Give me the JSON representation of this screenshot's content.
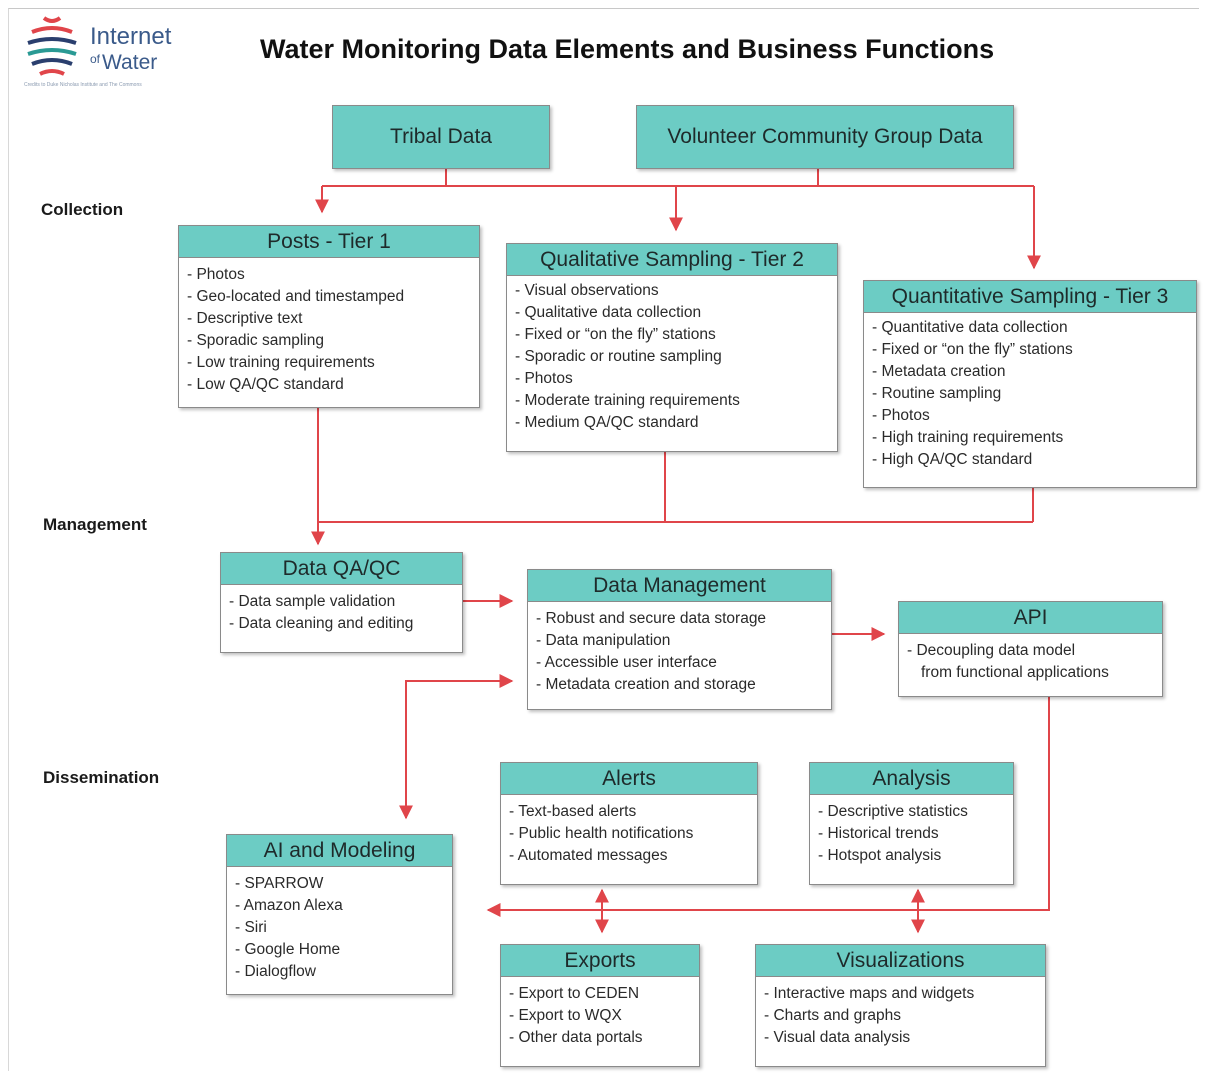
{
  "header": {
    "logo_line1": "Internet",
    "logo_of": "of",
    "logo_line2": "Water",
    "logo_credit": "Credits to Duke Nicholas Institute and The Commons",
    "title": "Water Monitoring Data Elements and Business Functions"
  },
  "colors": {
    "header_fill": "#6cccc4",
    "connector": "#e0454a",
    "border": "#8a8a8a"
  },
  "stages": {
    "collection": "Collection",
    "management": "Management",
    "dissemination": "Dissemination"
  },
  "sources": {
    "tribal": "Tribal Data",
    "volunteer": "Volunteer Community Group Data"
  },
  "boxes": {
    "tier1": {
      "title": "Posts - Tier 1",
      "items": [
        "- Photos",
        "- Geo-located and timestamped",
        "- Descriptive text",
        "- Sporadic sampling",
        "- Low training requirements",
        "- Low QA/QC standard"
      ]
    },
    "tier2": {
      "title": "Qualitative Sampling - Tier 2",
      "items": [
        "- Visual observations",
        "- Qualitative data collection",
        "- Fixed or “on the fly” stations",
        "- Sporadic or routine sampling",
        "- Photos",
        "- Moderate training requirements",
        "- Medium QA/QC standard"
      ]
    },
    "tier3": {
      "title": "Quantitative Sampling - Tier 3",
      "items": [
        "- Quantitative data collection",
        "- Fixed or “on the fly” stations",
        "- Metadata creation",
        "- Routine sampling",
        "- Photos",
        "- High training requirements",
        "- High QA/QC standard"
      ]
    },
    "qaqc": {
      "title": "Data QA/QC",
      "items": [
        "- Data sample validation",
        "- Data cleaning and editing"
      ]
    },
    "mgmt": {
      "title": "Data Management",
      "items": [
        "- Robust and secure data storage",
        "- Data manipulation",
        "- Accessible user interface",
        "- Metadata creation and storage"
      ]
    },
    "api": {
      "title": "API",
      "items": [
        "- Decoupling data model",
        "from functional applications"
      ]
    },
    "alerts": {
      "title": "Alerts",
      "items": [
        "- Text-based alerts",
        "- Public health notifications",
        "- Automated messages"
      ]
    },
    "analysis": {
      "title": "Analysis",
      "items": [
        "- Descriptive statistics",
        "- Historical trends",
        "- Hotspot analysis"
      ]
    },
    "ai": {
      "title": "AI and Modeling",
      "items": [
        "- SPARROW",
        "- Amazon Alexa",
        "- Siri",
        "- Google Home",
        "- Dialogflow"
      ]
    },
    "exports": {
      "title": "Exports",
      "items": [
        "- Export to CEDEN",
        "- Export to WQX",
        "- Other data portals"
      ]
    },
    "viz": {
      "title": "Visualizations",
      "items": [
        "- Interactive maps and widgets",
        "- Charts and graphs",
        "- Visual data analysis"
      ]
    }
  }
}
